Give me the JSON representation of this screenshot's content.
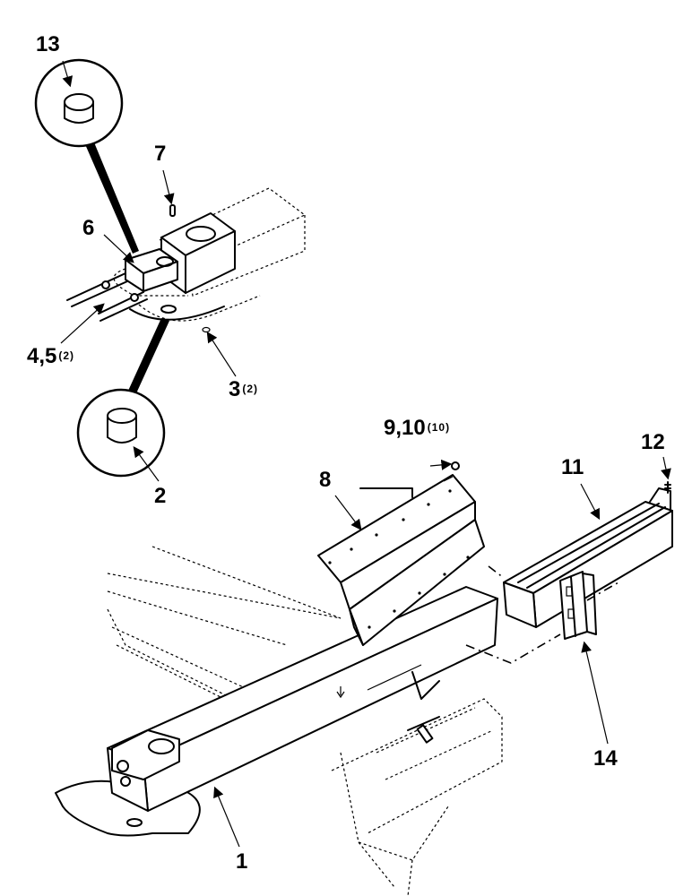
{
  "callouts": {
    "c1": {
      "num": "1",
      "qty": ""
    },
    "c2": {
      "num": "2",
      "qty": ""
    },
    "c3": {
      "num": "3",
      "qty": "(2)"
    },
    "c45": {
      "num": "4,5",
      "qty": "(2)"
    },
    "c6": {
      "num": "6",
      "qty": ""
    },
    "c7": {
      "num": "7",
      "qty": ""
    },
    "c8": {
      "num": "8",
      "qty": ""
    },
    "c910": {
      "num": "9,10",
      "qty": "(10)"
    },
    "c11": {
      "num": "11",
      "qty": ""
    },
    "c12": {
      "num": "12",
      "qty": ""
    },
    "c13": {
      "num": "13",
      "qty": ""
    },
    "c14": {
      "num": "14",
      "qty": ""
    }
  }
}
